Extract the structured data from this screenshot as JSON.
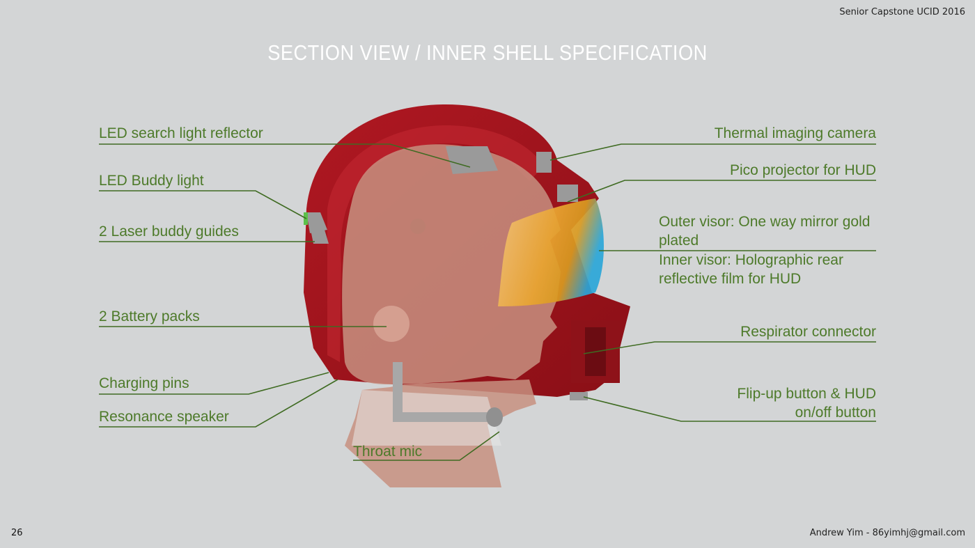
{
  "header": {
    "course": "Senior Capstone UCID 2016",
    "title": "SECTION VIEW / INNER SHELL SPECIFICATION"
  },
  "footer": {
    "page_number": "26",
    "author": "Andrew Yim - 86yimhj@gmail.com"
  },
  "callouts": {
    "led_search_light": "LED search light reflector",
    "led_buddy_light": "LED Buddy light",
    "laser_buddy_guides": "2 Laser buddy guides",
    "battery_packs": "2 Battery packs",
    "charging_pins": "Charging pins",
    "resonance_speaker": "Resonance speaker",
    "throat_mic": "Throat mic",
    "thermal_camera": "Thermal imaging camera",
    "pico_projector": "Pico projector for HUD",
    "outer_visor": "Outer visor: One way mirror gold plated",
    "inner_visor": "Inner visor: Holographic rear reflective film for HUD",
    "respirator_connector": "Respirator connector",
    "flip_up_button": "Flip-up button & HUD on/off button"
  },
  "colors": {
    "background": "#d3d5d6",
    "callout_text": "#4d7a2a",
    "leader_line": "#3f6b22",
    "helmet_shell": "#a0141c",
    "visor_gold": "#e8a832",
    "visor_blue": "#2aa6d8"
  }
}
